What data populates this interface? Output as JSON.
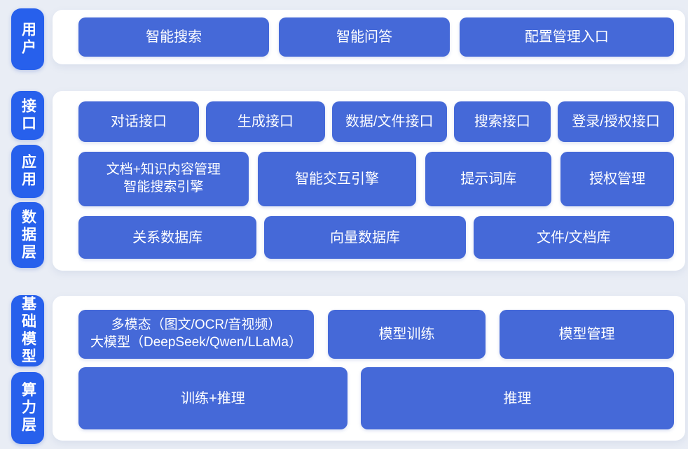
{
  "palette": {
    "page_background": "#e9edf5",
    "panel_background": "#ffffff",
    "layer_label_blue": "#2760ec",
    "block_blue": "#4569d8",
    "text_color": "#ffffff"
  },
  "sections": [
    {
      "id": "user-layer",
      "labels": [
        {
          "text": "用户"
        }
      ],
      "rows": [
        {
          "buttons": [
            {
              "label": "智能搜索"
            },
            {
              "label": "智能问答"
            },
            {
              "label": "配置管理入口"
            }
          ]
        }
      ]
    },
    {
      "id": "interface-application-data-layer",
      "labels": [
        {
          "text": "接口"
        },
        {
          "text": "应用"
        },
        {
          "text": "数据层"
        }
      ],
      "rows": [
        {
          "buttons": [
            {
              "label": "对话接口"
            },
            {
              "label": "生成接口"
            },
            {
              "label": "数据/文件接口"
            },
            {
              "label": "搜索接口"
            },
            {
              "label": "登录/授权接口"
            }
          ]
        },
        {
          "buttons": [
            {
              "line1": "文档+知识内容管理",
              "line2": "智能搜索引擎"
            },
            {
              "label": "智能交互引擎"
            },
            {
              "label": "提示词库"
            },
            {
              "label": "授权管理"
            }
          ]
        },
        {
          "buttons": [
            {
              "label": "关系数据库"
            },
            {
              "label": "向量数据库"
            },
            {
              "label": "文件/文档库"
            }
          ]
        }
      ]
    },
    {
      "id": "foundation-compute-layer",
      "labels": [
        {
          "text": "基础模型"
        },
        {
          "text": "算力层"
        }
      ],
      "rows": [
        {
          "buttons": [
            {
              "line1": "多模态（图文/OCR/音视频）",
              "line2": "大模型（DeepSeek/Qwen/LLaMa）"
            },
            {
              "label": "模型训练"
            },
            {
              "label": "模型管理"
            }
          ]
        },
        {
          "buttons": [
            {
              "label": "训练+推理"
            },
            {
              "label": "推理"
            }
          ]
        }
      ]
    }
  ]
}
